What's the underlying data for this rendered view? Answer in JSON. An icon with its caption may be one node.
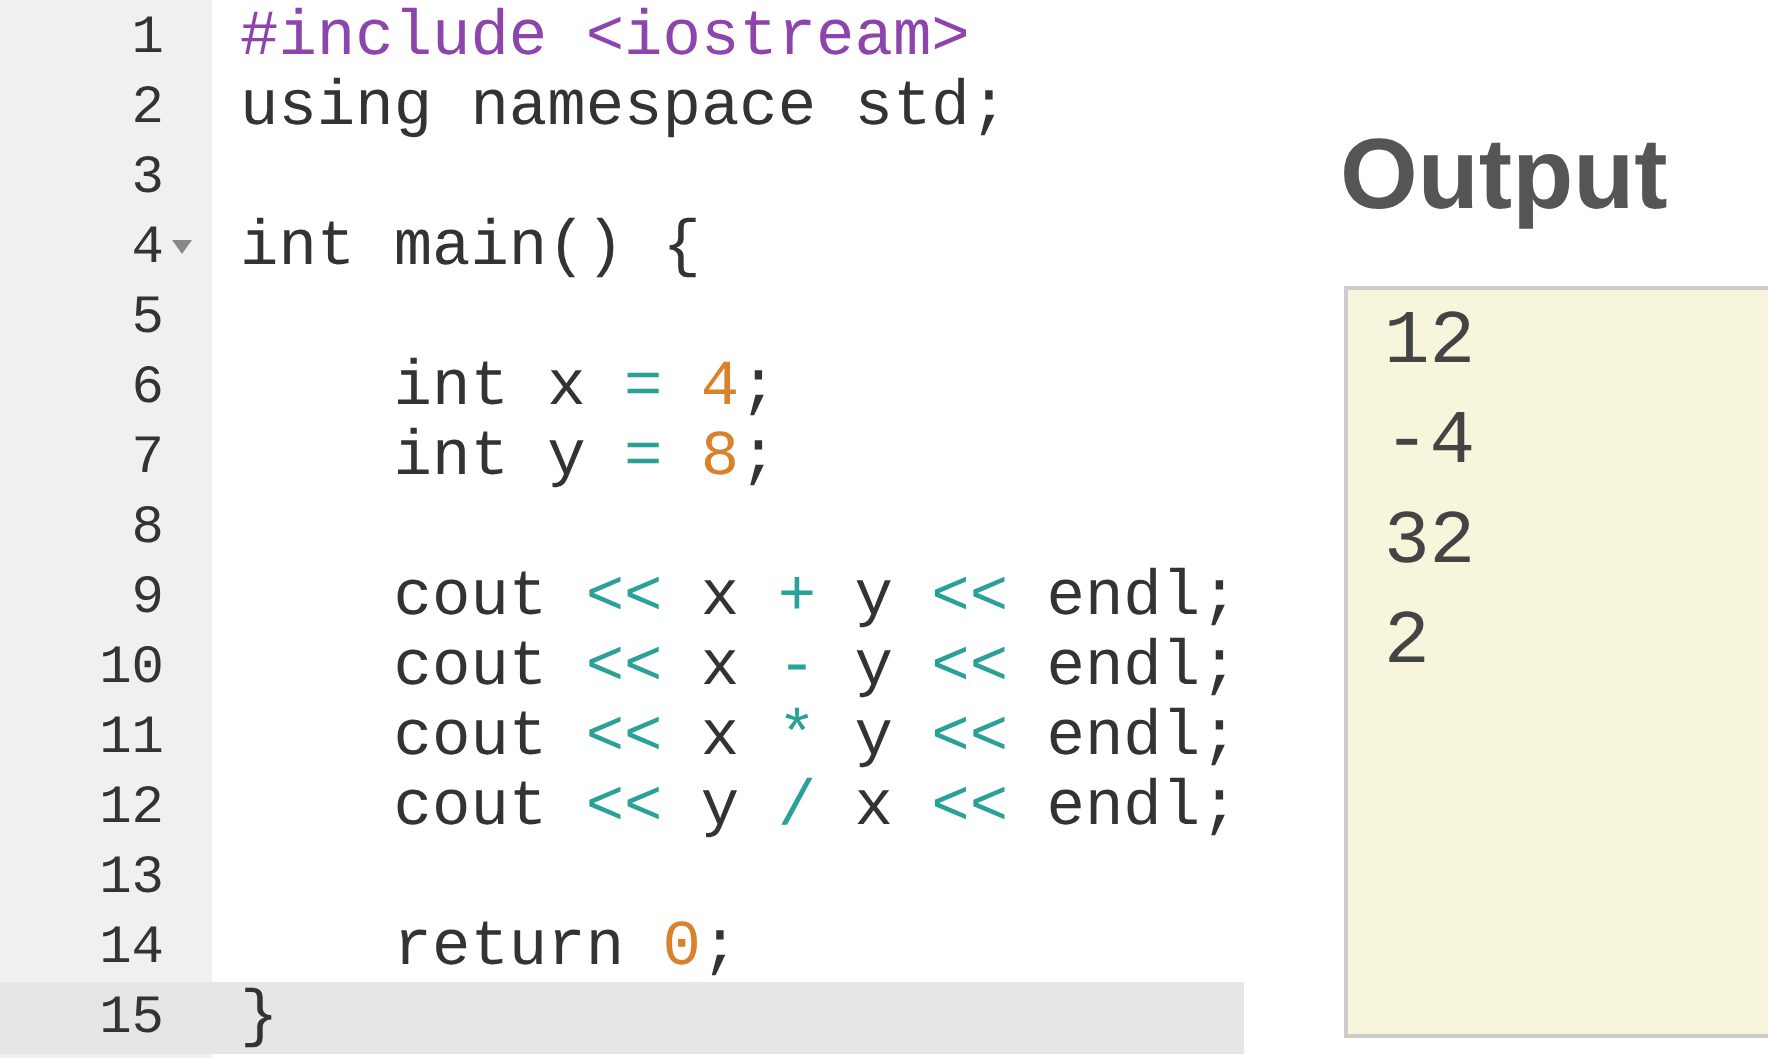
{
  "diagram": {
    "nodes": [
      {
        "text": [
          "Output",
          "12 -4 32 2"
        ]
      }
    ],
    "labels": [
      "1",
      "#include <iostream>",
      "2",
      "using namespace std;",
      "3",
      "4",
      "int main() {",
      "5",
      "6",
      "int x = 4;",
      "7",
      "int y = 8;",
      "8",
      "9",
      "cout << x + y << endl;",
      "10",
      "cout << x - y << endl;",
      "11",
      "cout << x * y << endl;",
      "12",
      "cout << y / x << endl;",
      "13",
      "14",
      "return 0;",
      "15",
      "}"
    ]
  }
}
